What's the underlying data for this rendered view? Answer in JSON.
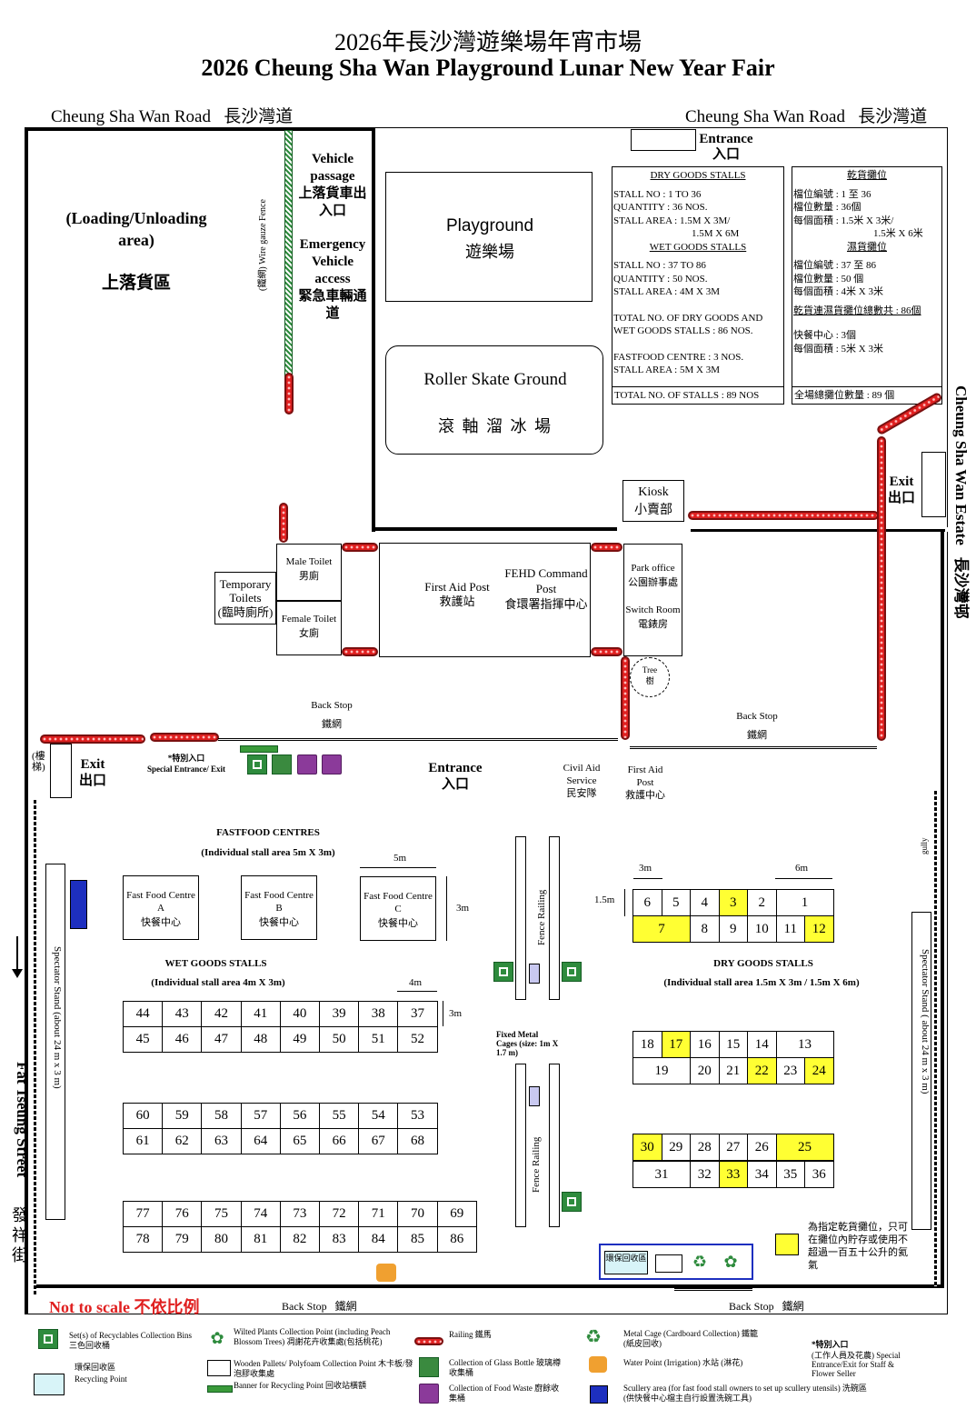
{
  "title": {
    "zh": "2026年長沙灣遊樂場年宵市場",
    "en": "2026 Cheung Sha Wan Playground Lunar New Year Fair"
  },
  "roads": {
    "csw_road_en": "Cheung Sha Wan Road",
    "csw_road_zh": "長沙灣道",
    "estate_en": "Cheung Sha Wan Estate",
    "estate_zh": "長沙灣邨",
    "fat_tseung_en": "Fat Tseung Street",
    "fat_tseung_zh": "發祥街"
  },
  "areas": {
    "loading_en": "(Loading/Unloading area)",
    "loading_zh": "上落貨區",
    "wire_fence": "(鐵網) Wire gauze Fence",
    "vehicle_passage": "Vehicle passage",
    "vehicle_passage_zh": "上落貨車出入口",
    "emergency": "Emergency Vehicle access",
    "emergency_zh": "緊急車輛通道",
    "playground_en": "Playground",
    "playground_zh": "遊樂場",
    "roller_en": "Roller Skate Ground",
    "roller_zh": "滾 軸 溜 冰 場",
    "entrance_top_en": "Entrance",
    "entrance_top_zh": "入口",
    "kiosk_en": "Kiosk",
    "kiosk_zh": "小賣部",
    "exit_right_en": "Exit",
    "exit_right_zh": "出口",
    "temp_toilets_en": "Temporary Toilets",
    "temp_toilets_zh": "(臨時廁所)",
    "male_en": "Male Toilet",
    "male_zh": "男廁",
    "female_en": "Female Toilet",
    "female_zh": "女廁",
    "first_aid_en": "First Aid Post",
    "first_aid_zh": "救護站",
    "fehd_en": "FEHD Command Post",
    "fehd_zh": "食環署指揮中心",
    "park_office_en": "Park office",
    "park_office_zh": "公園辦事處",
    "switch_en": "Switch Room",
    "switch_zh": "電錶房",
    "tree_en": "Tree",
    "tree_zh": "樹",
    "backstop_en": "Back Stop",
    "backstop_zh": "鐵網",
    "exit_left_en": "Exit",
    "exit_left_zh": "出口",
    "stair_zh": "(樓梯)",
    "special_entrance_zh": "*特別入口",
    "special_entrance_en": "Special Entrance/ Exit",
    "entrance_mid_en": "Entrance",
    "entrance_mid_zh": "入口",
    "civil_aid_en": "Civil Aid Service",
    "civil_aid_zh": "民安隊",
    "first_aid2_en": "First Aid Post",
    "first_aid2_zh": "救護中心",
    "gully": "gully",
    "spectator_left": "Spectator Stand (about 24 m x 3 m)",
    "spectator_right": "Spectator Stand ( about 24 m x 3 m)",
    "fence_railing": "Fence Railing",
    "metal_cages": "Fixed Metal Cages (size: 1m X 1.7 m)",
    "not_to_scale": "Not to scale 不依比例",
    "recycle_area_zh": "環保回收區"
  },
  "info_en": {
    "dry_head": "DRY GOODS STALLS",
    "dry_no": "STALL NO     : 1 TO 36",
    "dry_qty": "QUANTITY     : 36 NOS.",
    "dry_area1": "STALL AREA  : 1.5M X 3M/",
    "dry_area2": "1.5M X 6M",
    "wet_head": "WET GOODS STALLS",
    "wet_no": "STALL NO      : 37 TO 86",
    "wet_qty": "QUANTITY      : 50 NOS.",
    "wet_area": "STALL AREA   : 4M X 3M",
    "total1": "TOTAL NO. OF DRY GOODS AND",
    "total2": "WET GOODS STALLS : 86 NOS.",
    "ff1": "FASTFOOD CENTRE : 3 NOS.",
    "ff2": "STALL AREA : 5M X 3M",
    "grand": "TOTAL NO. OF STALLS : 89 NOS"
  },
  "info_zh": {
    "dry_head": "乾貨攤位",
    "dry_no": "檔位編號          : 1 至 36",
    "dry_qty": "檔位數量          : 36個",
    "dry_area1": "每個面積          : 1.5米 X 3米/",
    "dry_area2": "1.5米 X 6米",
    "wet_head": "濕貨攤位",
    "wet_no": "檔位編號          : 37 至 86",
    "wet_qty": "檔位數量          : 50 個",
    "wet_area": "每個面積          : 4米 X 3米",
    "total": "乾貨連濕貨攤位總數共 : 86個",
    "ff1": "快餐中心          : 3個",
    "ff2": "每個面積          : 5米 X 3米",
    "grand": "全場總攤位數量 : 89 個"
  },
  "fastfood": {
    "title": "FASTFOOD CENTRES",
    "subtitle": "(Individual stall area 5m X 3m)",
    "a_en": "Fast Food Centre A",
    "b_en": "Fast Food Centre B",
    "c_en": "Fast Food Centre C",
    "zh": "快餐中心",
    "dim_w": "5m",
    "dim_h": "3m"
  },
  "wet": {
    "title": "WET GOODS STALLS",
    "subtitle": "(Individual stall area 4m X 3m)",
    "dim_w": "4m",
    "dim_h": "3m",
    "row1": [
      "44",
      "43",
      "42",
      "41",
      "40",
      "39",
      "38",
      "37"
    ],
    "row2": [
      "45",
      "46",
      "47",
      "48",
      "49",
      "50",
      "51",
      "52"
    ],
    "row3": [
      "60",
      "59",
      "58",
      "57",
      "56",
      "55",
      "54",
      "53"
    ],
    "row4": [
      "61",
      "62",
      "63",
      "64",
      "65",
      "66",
      "67",
      "68"
    ],
    "row5": [
      "77",
      "76",
      "75",
      "74",
      "73",
      "72",
      "71",
      "70",
      "69"
    ],
    "row6": [
      "78",
      "79",
      "80",
      "81",
      "82",
      "83",
      "84",
      "85",
      "86"
    ]
  },
  "dry": {
    "title": "DRY GOODS STALLS",
    "subtitle": "(Individual stall area 1.5m X 3m / 1.5m X 6m)",
    "dim_3m": "3m",
    "dim_6m": "6m",
    "dim_15m": "1.5m",
    "g1r1": [
      "6",
      "5",
      "4",
      "3",
      "2",
      "1"
    ],
    "g1r2": [
      "7",
      "8",
      "9",
      "10",
      "11",
      "12"
    ],
    "g2r1": [
      "18",
      "17",
      "16",
      "15",
      "14",
      "13"
    ],
    "g2r2": [
      "19",
      "20",
      "21",
      "22",
      "23",
      "24"
    ],
    "g3r1": [
      "30",
      "29",
      "28",
      "27",
      "26",
      "25"
    ],
    "g3r2": [
      "31",
      "32",
      "33",
      "34",
      "35",
      "36"
    ],
    "highlight": [
      "3",
      "7",
      "12",
      "17",
      "22",
      "24",
      "30",
      "25",
      "33"
    ]
  },
  "note_yellow": "為指定乾貨攤位，只可在攤位內貯存或使用不超過一百五十公升的氦氣",
  "legend": {
    "recyclables": "Set(s) of Recyclables Collection Bins 三色回收桶",
    "recycle_point_zh": "環保回收區",
    "recycle_point_en": "Recycling Point",
    "wilted": "Wilted Plants Collection Point (including Peach Blossom Trees) 凋謝花卉收集處(包括桃花)",
    "pallets": "Wooden Pallets/ Polyfoam Collection Point 木卡板/發泡膠收集處",
    "banner": "Banner for Recycling Point 回收站橫額",
    "railing": "Railing 鐵馬",
    "glass": "Collection of Glass Bottle 玻璃樽收集桶",
    "food_waste": "Collection of Food Waste 廚餘收集桶",
    "metal_cage": "Metal Cage (Cardboard Collection) 鐵籠 (紙皮回收)",
    "water": "Water Point (Irrigation) 水站 (淋花)",
    "scullery": "Scullery area (for fast food stall owners to set up scullery utensils) 洗碗區(供快餐中心檔主自行設置洗碗工具)",
    "special_zh": "*特別入口",
    "special_en": "(工作人員及花農) Special Entrance/Exit for Staff & Flower Seller"
  },
  "colors": {
    "railing": "#e02020",
    "yellow": "#ffff33",
    "scullery": "#1d2fbf",
    "recycle": "#2e8b3d",
    "food": "#8b3a9a"
  }
}
